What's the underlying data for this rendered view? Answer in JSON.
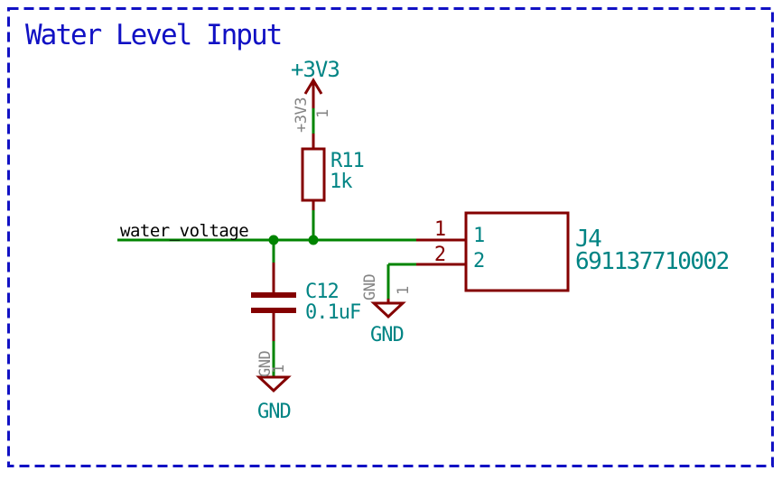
{
  "schematic": {
    "title": "Water Level Input",
    "power_flag": {
      "label": "+3V3",
      "pin_name": "+3V3",
      "pin_number": "1"
    },
    "resistor": {
      "reference": "R11",
      "value": "1k"
    },
    "capacitor": {
      "reference": "C12",
      "value": "0.1uF"
    },
    "net_label": "water_voltage",
    "connector": {
      "reference": "J4",
      "value": "691137710002",
      "pins": [
        {
          "number": "1",
          "name": "1"
        },
        {
          "number": "2",
          "name": "2"
        }
      ]
    },
    "gnd_capacitor": {
      "label": "GND",
      "pin_name": "GND",
      "pin_number": "1"
    },
    "gnd_connector": {
      "label": "GND",
      "pin_name": "GND",
      "pin_number": "1"
    },
    "colors": {
      "wire": "#008400",
      "symbol_outline": "#840000",
      "field_text": "#008484",
      "hidden_pin_text": "#848484",
      "net_label_text": "#000000",
      "notes_blue": "#1111c4"
    }
  }
}
